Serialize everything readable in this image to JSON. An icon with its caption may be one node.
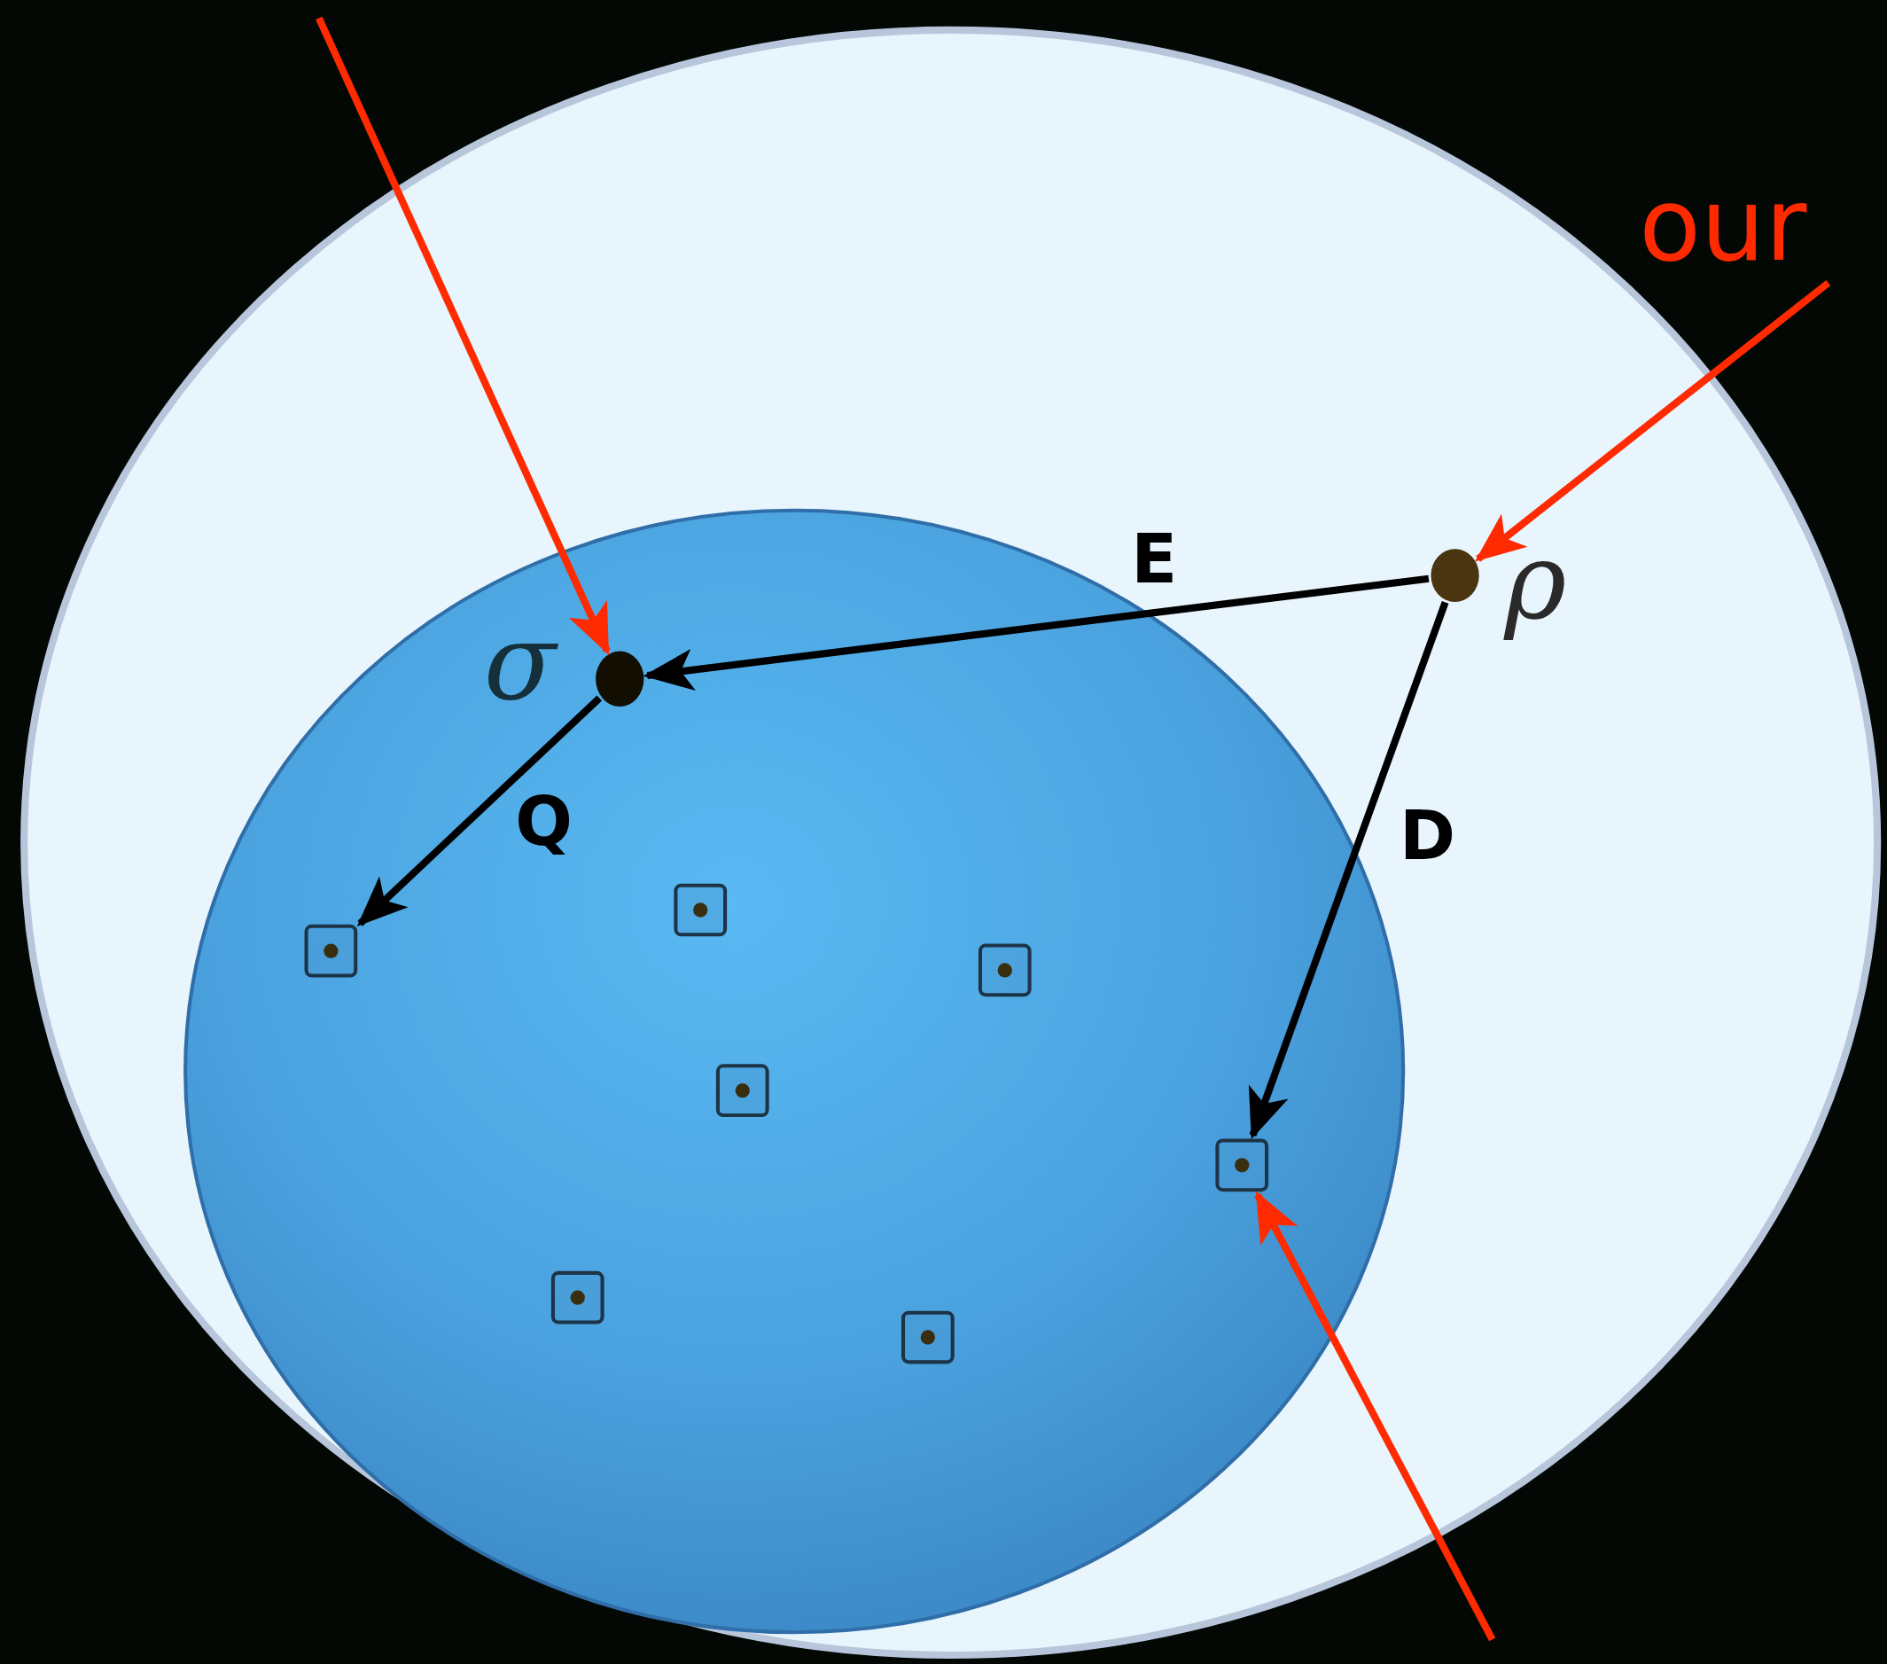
{
  "diagram": {
    "nodes": [
      {
        "text": [
          "our"
        ]
      },
      {
        "text": [],
        "shape": "circle",
        "beside": [
          "σ"
        ]
      },
      {
        "text": [],
        "shape": "circle",
        "beside": [
          "ρ"
        ]
      },
      {
        "text": [],
        "shape": "box"
      },
      {
        "text": [],
        "shape": "box"
      },
      {
        "text": [],
        "shape": "box"
      },
      {
        "text": [],
        "shape": "box"
      },
      {
        "text": [],
        "shape": "box"
      },
      {
        "text": [],
        "shape": "box"
      },
      {
        "text": [],
        "shape": "box"
      }
    ],
    "edges": [
      {
        "from": null,
        "to": 1,
        "arrow": "to",
        "color": "#ff2a00"
      },
      {
        "from": 0,
        "to": 2,
        "arrow": "to",
        "color": "#ff2a00"
      },
      {
        "from": 2,
        "to": 1,
        "arrow": "to",
        "label": "E",
        "color": "#000000"
      },
      {
        "from": 1,
        "to": 3,
        "arrow": "to",
        "label": "Q",
        "color": "#000000"
      },
      {
        "from": 2,
        "to": 9,
        "arrow": "to",
        "label": "D",
        "color": "#000000"
      },
      {
        "from": null,
        "to": 9,
        "arrow": "to",
        "color": "#ff2a00"
      }
    ]
  }
}
